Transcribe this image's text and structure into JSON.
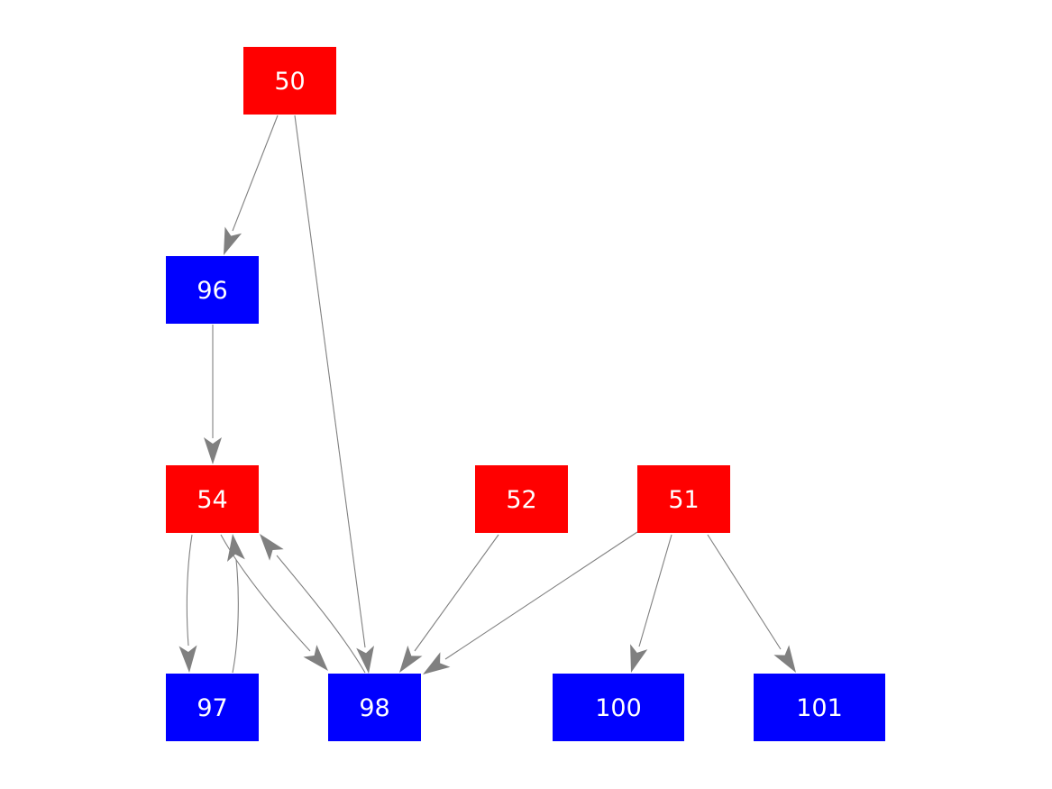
{
  "graph": {
    "colors": {
      "red_node": "#ff0000",
      "blue_node": "#0000ff",
      "edge": "#808080",
      "label": "#ffffff",
      "background": "#ffffff"
    },
    "nodes": [
      {
        "id": "50",
        "label": "50",
        "color": "#ff0000"
      },
      {
        "id": "96",
        "label": "96",
        "color": "#0000ff"
      },
      {
        "id": "54",
        "label": "54",
        "color": "#ff0000"
      },
      {
        "id": "52",
        "label": "52",
        "color": "#ff0000"
      },
      {
        "id": "51",
        "label": "51",
        "color": "#ff0000"
      },
      {
        "id": "97",
        "label": "97",
        "color": "#0000ff"
      },
      {
        "id": "98",
        "label": "98",
        "color": "#0000ff"
      },
      {
        "id": "100",
        "label": "100",
        "color": "#0000ff"
      },
      {
        "id": "101",
        "label": "101",
        "color": "#0000ff"
      }
    ],
    "edges": [
      {
        "from": "50",
        "to": "96"
      },
      {
        "from": "50",
        "to": "98"
      },
      {
        "from": "96",
        "to": "54"
      },
      {
        "from": "54",
        "to": "97"
      },
      {
        "from": "97",
        "to": "54"
      },
      {
        "from": "54",
        "to": "98"
      },
      {
        "from": "98",
        "to": "54"
      },
      {
        "from": "52",
        "to": "98"
      },
      {
        "from": "51",
        "to": "98"
      },
      {
        "from": "51",
        "to": "100"
      },
      {
        "from": "51",
        "to": "101"
      }
    ]
  }
}
